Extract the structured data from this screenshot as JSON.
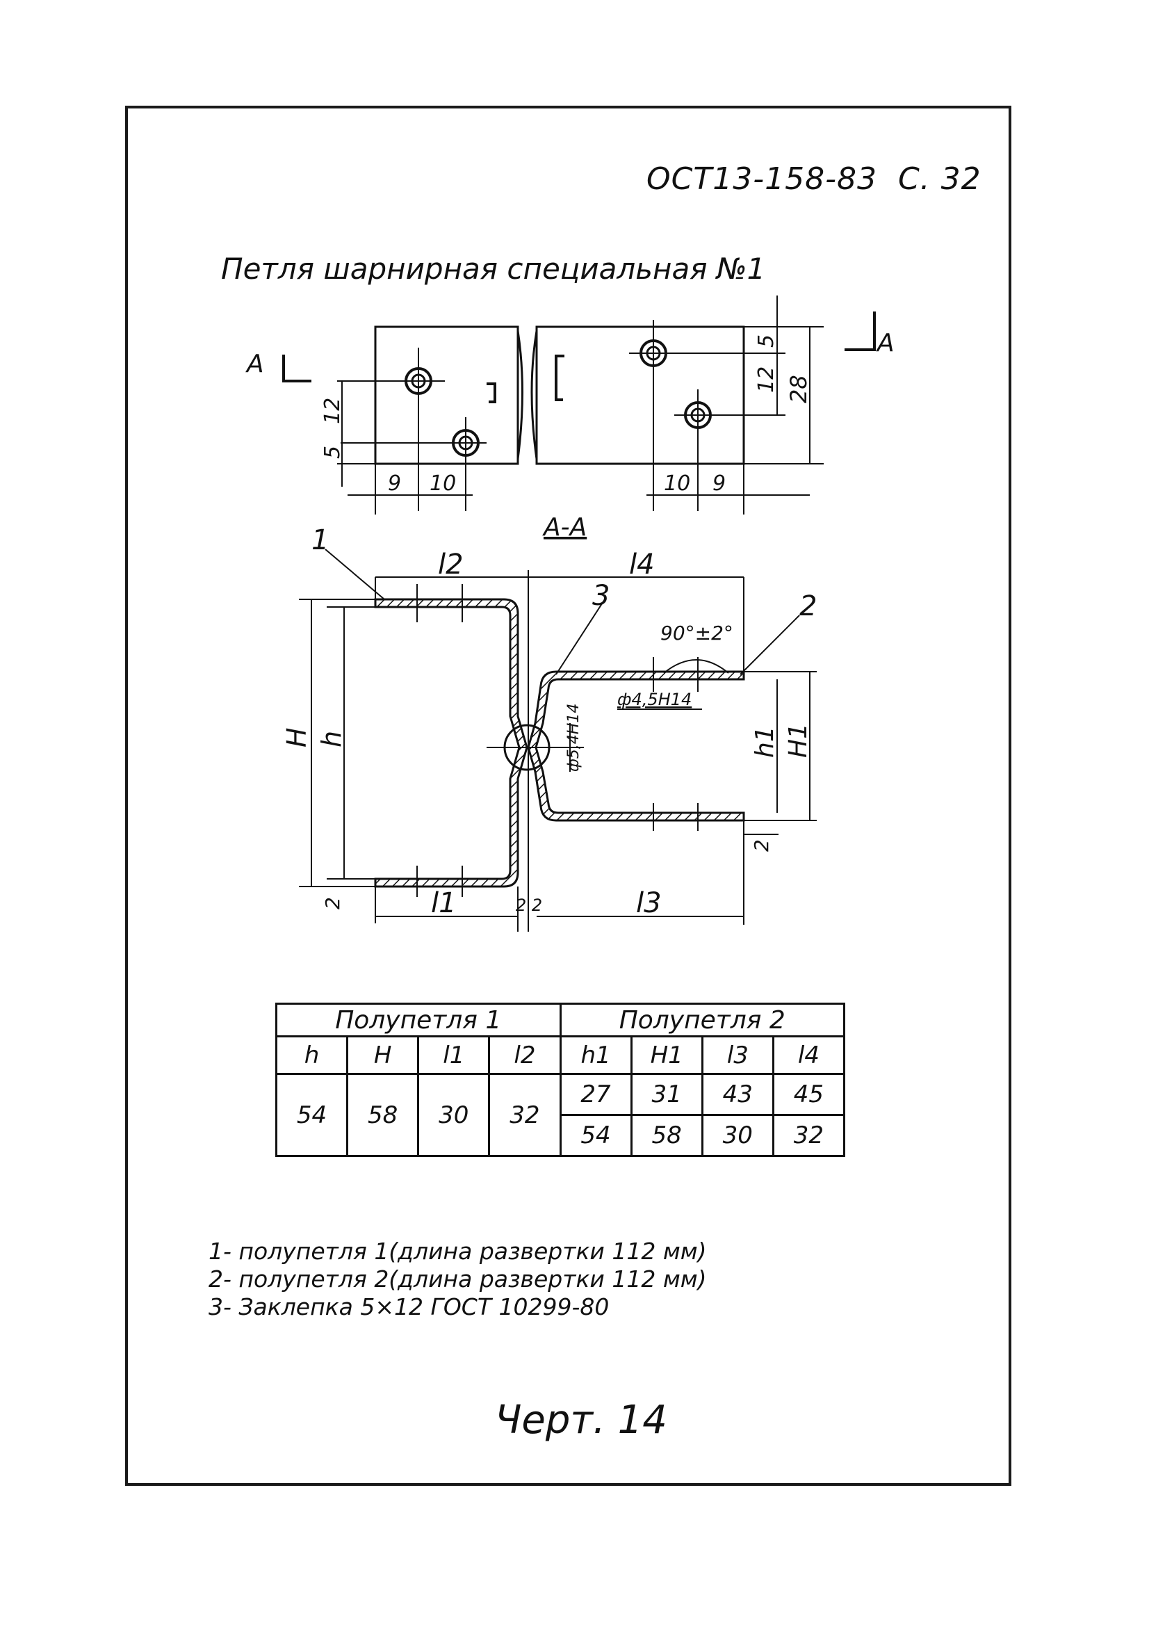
{
  "header": {
    "doc_code": "ОСТ13-158-83",
    "page": "С. 32"
  },
  "title": "Петля шарнирная специальная №1",
  "plan_view": {
    "section_mark": "А",
    "dims_left_vertical": [
      "5",
      "12"
    ],
    "dims_left_horizontal": [
      "9",
      "10"
    ],
    "dims_right_vertical": [
      "5",
      "12",
      "28"
    ],
    "dims_right_horizontal": [
      "10",
      "9"
    ]
  },
  "section_view": {
    "label": "А-А",
    "part_numbers": [
      "1",
      "2",
      "3"
    ],
    "dim_labels": {
      "l1": "l1",
      "l2": "l2",
      "l3": "l3",
      "l4": "l4",
      "H": "H",
      "h": "h",
      "H1": "H1",
      "h1": "h1",
      "thk_left": "2",
      "thk_right": "2",
      "thk_mid": "2 2"
    },
    "angle": "90°±2°",
    "hole_a": "ф4,5Н14",
    "hole_b": "ф5,4Н14"
  },
  "table": {
    "group1": "Полупетля 1",
    "group2": "Полупетля 2",
    "headers1": [
      "h",
      "H",
      "l1",
      "l2"
    ],
    "headers2": [
      "h1",
      "H1",
      "l3",
      "l4"
    ],
    "row1": [
      "54",
      "58",
      "30",
      "32"
    ],
    "row2a": [
      "27",
      "31",
      "43",
      "45"
    ],
    "row2b": [
      "54",
      "58",
      "30",
      "32"
    ]
  },
  "legend": [
    "1- полупетля 1(длина развертки 112 мм)",
    "2- полупетля 2(длина развертки 112 мм)",
    "3- Заклепка 5×12 ГОСТ 10299-80"
  ],
  "caption": "Черт. 14"
}
